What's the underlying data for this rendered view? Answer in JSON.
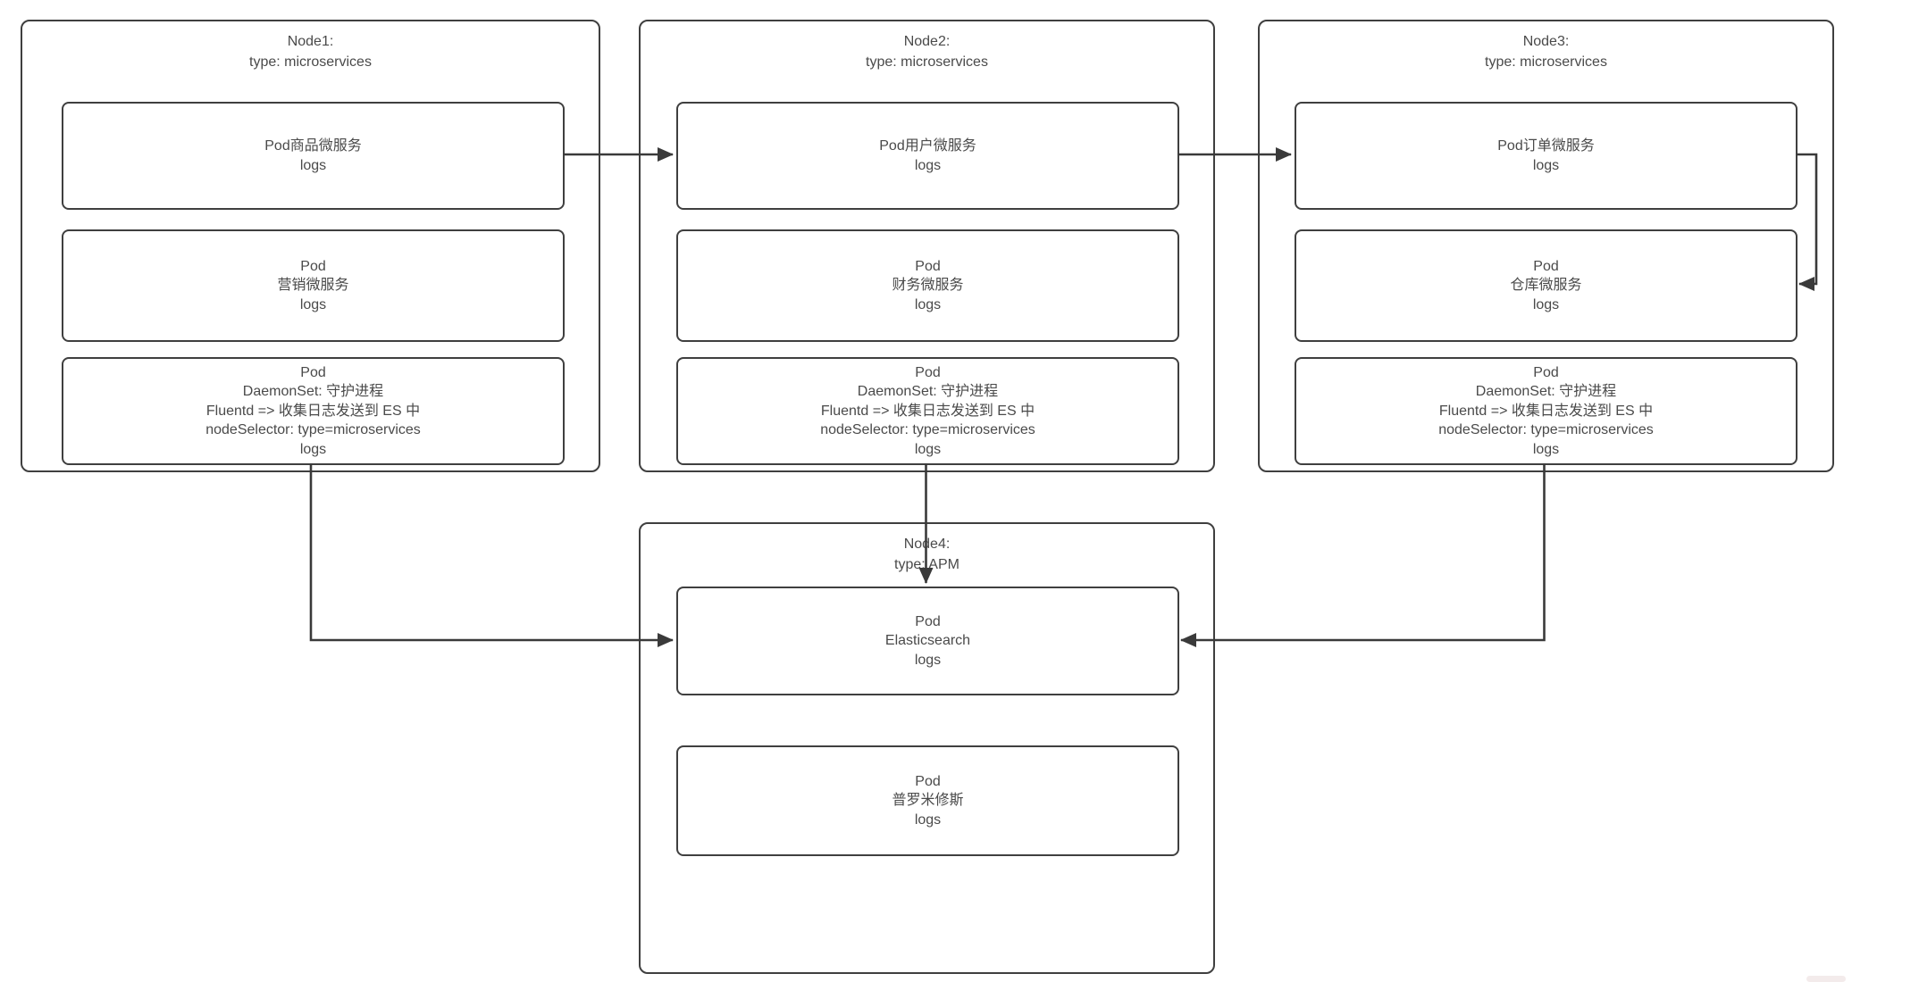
{
  "nodes": [
    {
      "id": "node1",
      "title": "Node1:",
      "subtitle": "type: microservices",
      "pods": [
        {
          "id": "pod-product",
          "lines": [
            "Pod商品微服务",
            "logs"
          ]
        },
        {
          "id": "pod-marketing",
          "lines": [
            "Pod",
            "营销微服务",
            "logs"
          ]
        },
        {
          "id": "pod-daemonset",
          "lines": [
            "Pod",
            "DaemonSet: 守护进程",
            "Fluentd => 收集日志发送到 ES 中",
            "nodeSelector: type=microservices",
            "logs"
          ]
        }
      ]
    },
    {
      "id": "node2",
      "title": "Node2:",
      "subtitle": "type: microservices",
      "pods": [
        {
          "id": "pod-user",
          "lines": [
            "Pod用户微服务",
            "logs"
          ]
        },
        {
          "id": "pod-finance",
          "lines": [
            "Pod",
            "财务微服务",
            "logs"
          ]
        },
        {
          "id": "pod-daemonset",
          "lines": [
            "Pod",
            "DaemonSet: 守护进程",
            "Fluentd => 收集日志发送到 ES 中",
            "nodeSelector: type=microservices",
            "logs"
          ]
        }
      ]
    },
    {
      "id": "node3",
      "title": "Node3:",
      "subtitle": "type: microservices",
      "pods": [
        {
          "id": "pod-order",
          "lines": [
            "Pod订单微服务",
            "logs"
          ]
        },
        {
          "id": "pod-warehouse",
          "lines": [
            "Pod",
            "仓库微服务",
            "logs"
          ]
        },
        {
          "id": "pod-daemonset",
          "lines": [
            "Pod",
            "DaemonSet: 守护进程",
            "Fluentd => 收集日志发送到 ES 中",
            "nodeSelector: type=microservices",
            "logs"
          ]
        }
      ]
    },
    {
      "id": "node4",
      "title": "Node4:",
      "subtitle": "type: APM",
      "pods": [
        {
          "id": "pod-elasticsearch",
          "lines": [
            "Pod",
            "Elasticsearch",
            "logs"
          ]
        },
        {
          "id": "pod-prometheus",
          "lines": [
            "Pod",
            "普罗米修斯",
            "logs"
          ]
        }
      ]
    }
  ],
  "connections": [
    {
      "from": "node1.pod-product",
      "to": "node2.pod-user"
    },
    {
      "from": "node2.pod-user",
      "to": "node3.pod-order"
    },
    {
      "from": "node3.pod-order",
      "to": "node3.pod-warehouse"
    },
    {
      "from": "node1.pod-daemonset",
      "to": "node4.pod-elasticsearch"
    },
    {
      "from": "node2.pod-daemonset",
      "to": "node4.pod-elasticsearch"
    },
    {
      "from": "node3.pod-daemonset",
      "to": "node4.pod-elasticsearch"
    }
  ],
  "colors": {
    "line": "#3f3f3f",
    "text": "#4a4a4a",
    "background": "#ffffff"
  }
}
